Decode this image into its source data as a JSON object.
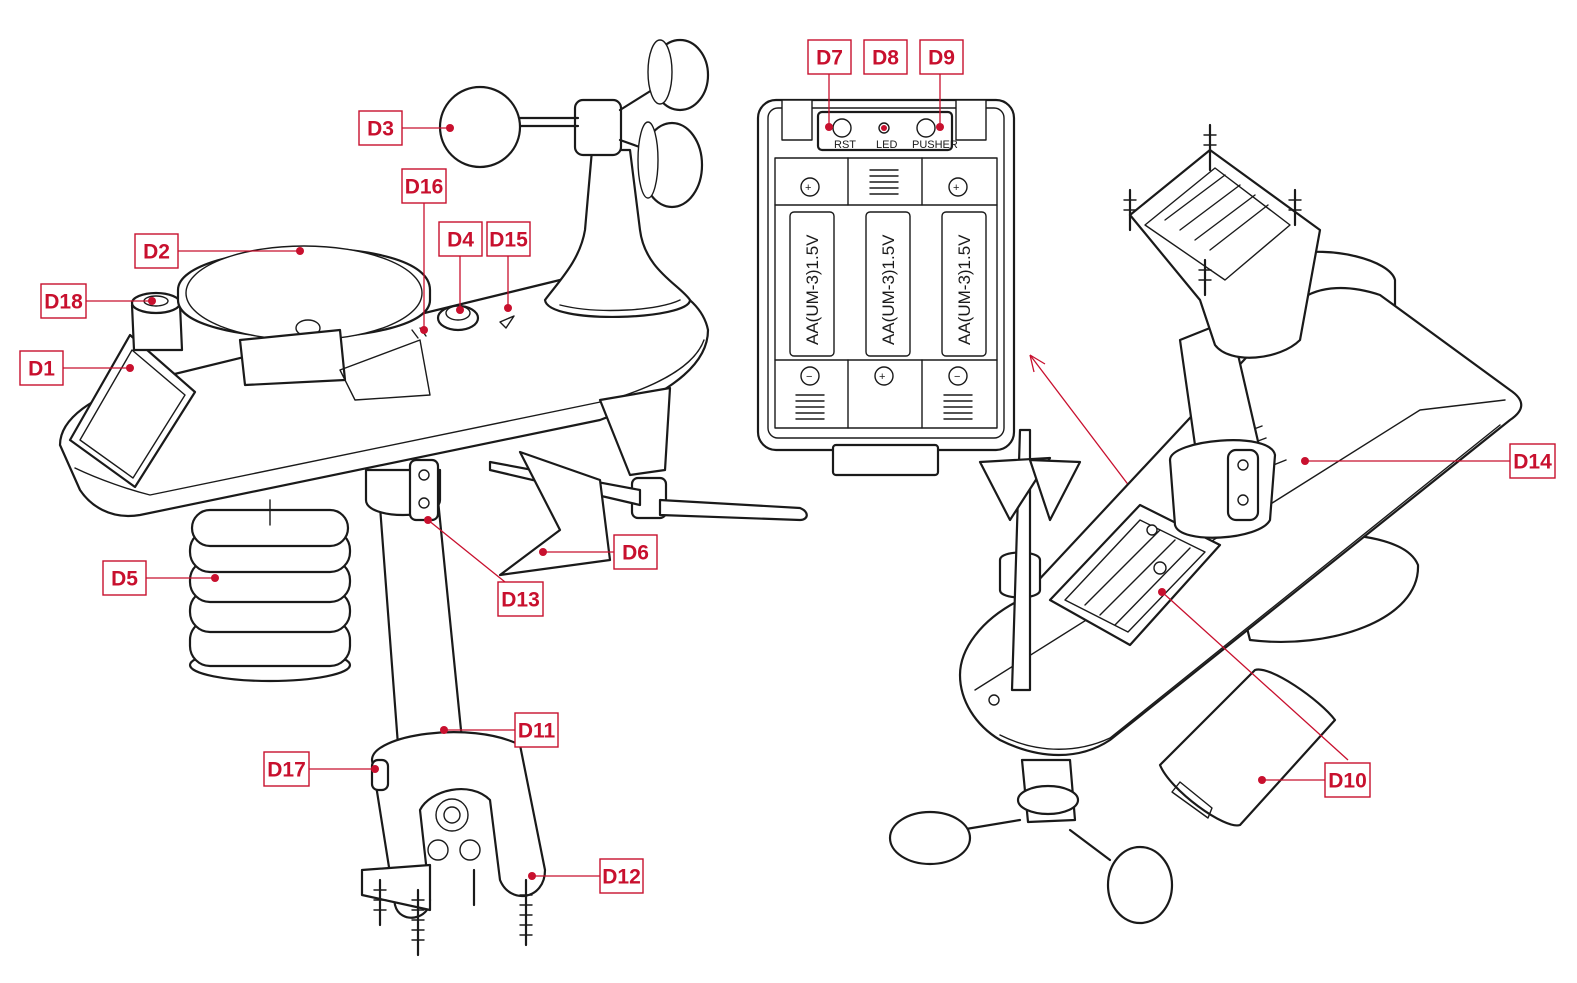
{
  "callouts": [
    {
      "id": "d1",
      "label": "D1"
    },
    {
      "id": "d2",
      "label": "D2"
    },
    {
      "id": "d3",
      "label": "D3"
    },
    {
      "id": "d4",
      "label": "D4"
    },
    {
      "id": "d5",
      "label": "D5"
    },
    {
      "id": "d6",
      "label": "D6"
    },
    {
      "id": "d7",
      "label": "D7"
    },
    {
      "id": "d8",
      "label": "D8"
    },
    {
      "id": "d9",
      "label": "D9"
    },
    {
      "id": "d10",
      "label": "D10"
    },
    {
      "id": "d11",
      "label": "D11"
    },
    {
      "id": "d12",
      "label": "D12"
    },
    {
      "id": "d13",
      "label": "D13"
    },
    {
      "id": "d14",
      "label": "D14"
    },
    {
      "id": "d15",
      "label": "D15"
    },
    {
      "id": "d16",
      "label": "D16"
    },
    {
      "id": "d17",
      "label": "D17"
    },
    {
      "id": "d18",
      "label": "D18"
    }
  ],
  "battery_panel": {
    "rst_label": "RST",
    "led_label": "LED",
    "pusher_label": "PUSHER",
    "battery_text": "AA(UM-3)1.5V",
    "plus": "+",
    "minus": "−"
  },
  "colors": {
    "accent": "#c8102e",
    "line": "#1a1a1a"
  }
}
